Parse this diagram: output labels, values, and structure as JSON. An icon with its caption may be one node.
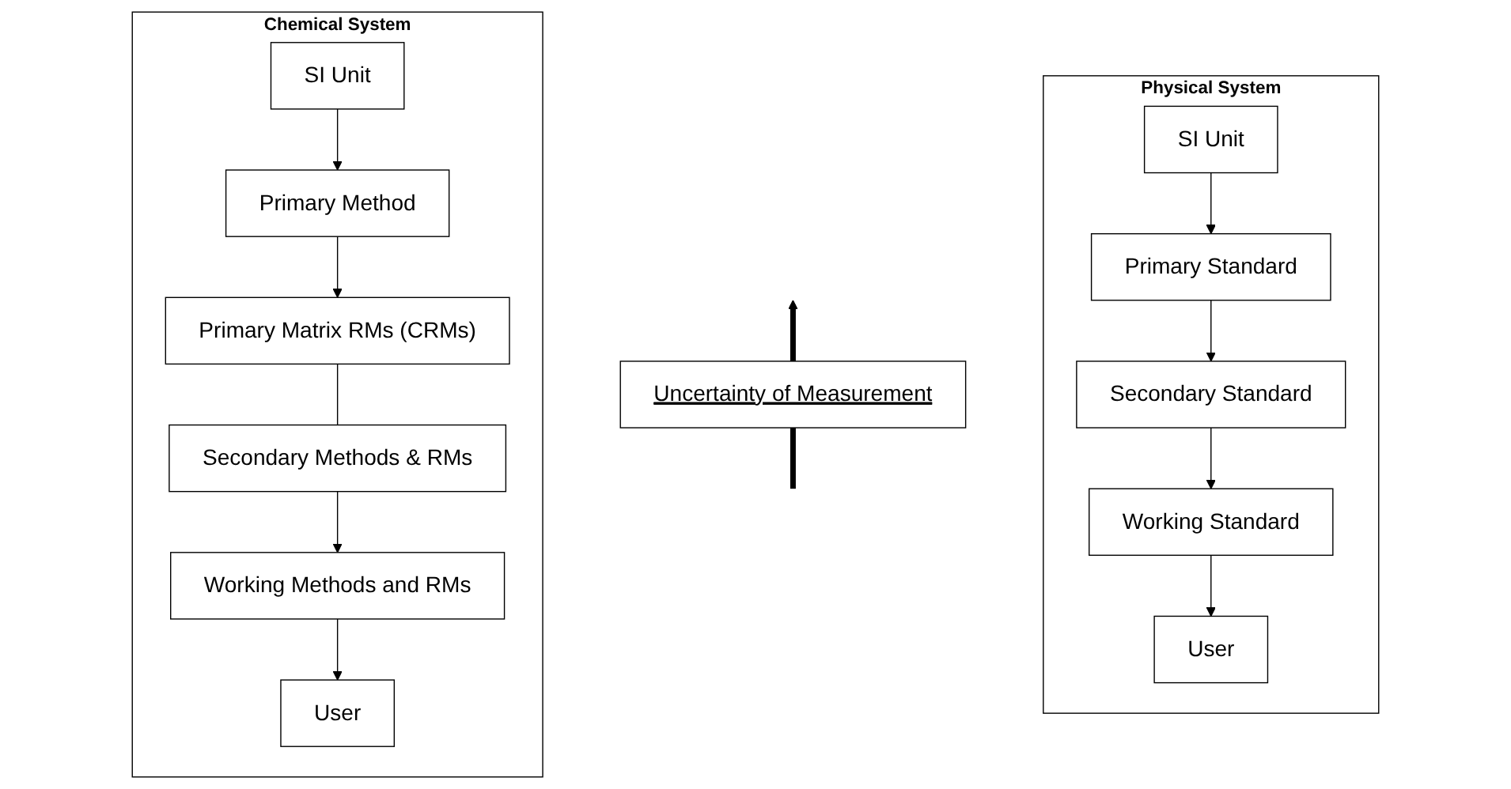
{
  "diagram": {
    "nodes": [
      {
        "text": [
          "Physical System"
        ]
      },
      {
        "text": [
          "SI Unit"
        ],
        "in": 0
      },
      {
        "text": [
          "Primary Standard"
        ],
        "in": 0
      },
      {
        "text": [
          "Secondary Standard"
        ],
        "in": 0
      },
      {
        "text": [
          "Working Standard"
        ],
        "in": 0
      },
      {
        "text": [
          "User"
        ],
        "in": 0
      },
      {
        "text": [
          "Uncertainty of Measurement"
        ]
      },
      {
        "text": [
          "Chemical System"
        ]
      },
      {
        "text": [
          "SI Unit"
        ],
        "in": 7
      },
      {
        "text": [
          "Primary Method"
        ],
        "in": 7
      },
      {
        "text": [
          "Primary Matrix RMs (CRMs)"
        ],
        "in": 7
      },
      {
        "text": [
          "Secondary Methods & RMs"
        ],
        "in": 7
      },
      {
        "text": [
          "Working Methods and RMs"
        ],
        "in": 7
      },
      {
        "text": [
          "User"
        ],
        "in": 7
      }
    ],
    "edges": [
      {
        "from": 1,
        "to": 2,
        "arrow": "to"
      },
      {
        "from": 2,
        "to": 3,
        "arrow": "to"
      },
      {
        "from": 3,
        "to": 4,
        "arrow": "to"
      },
      {
        "from": 4,
        "to": 5,
        "arrow": "to"
      },
      {
        "from": null,
        "to": 6,
        "arrow": "none",
        "style": "thick"
      },
      {
        "from": 6,
        "to": null,
        "arrow": "to",
        "style": "thick"
      },
      {
        "from": 8,
        "to": 9,
        "arrow": "to"
      },
      {
        "from": 9,
        "to": 10,
        "arrow": "to"
      },
      {
        "from": 10,
        "to": 11,
        "arrow": "none"
      },
      {
        "from": 11,
        "to": 12,
        "arrow": "to"
      },
      {
        "from": 12,
        "to": 13,
        "arrow": "to"
      }
    ]
  }
}
